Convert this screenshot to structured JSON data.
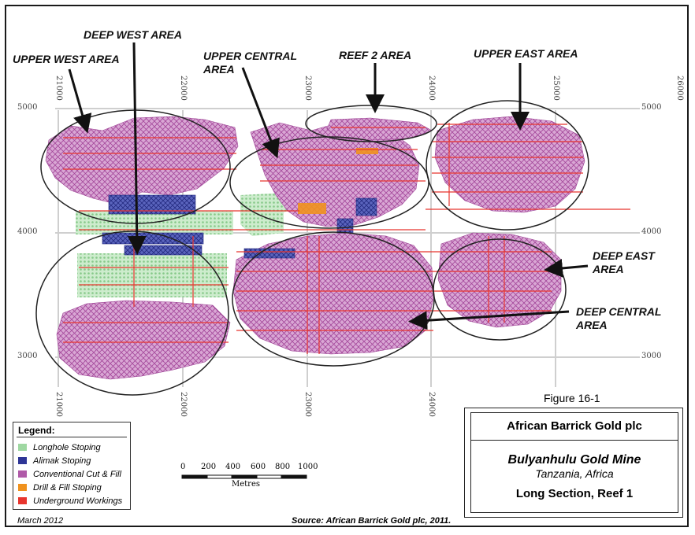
{
  "area_labels": {
    "deep_west": "DEEP WEST AREA",
    "upper_west": "UPPER WEST AREA",
    "upper_central": "UPPER CENTRAL\nAREA",
    "reef2": "REEF 2 AREA",
    "upper_east": "UPPER EAST AREA",
    "deep_east": "DEEP EAST\nAREA",
    "deep_central": "DEEP CENTRAL\nAREA"
  },
  "x_ticks": [
    "21000",
    "22000",
    "23000",
    "24000",
    "25000",
    "26000"
  ],
  "y_ticks": [
    "5000",
    "4000",
    "3000"
  ],
  "legend": {
    "title": "Legend:",
    "items": [
      {
        "label": "Longhole Stoping",
        "color": "#9fd8a2"
      },
      {
        "label": "Alimak Stoping",
        "color": "#2e3596"
      },
      {
        "label": "Conventional Cut & Fill",
        "color": "#b05aa8"
      },
      {
        "label": "Drill & Fill Stoping",
        "color": "#f0921e"
      },
      {
        "label": "Underground Workings",
        "color": "#e8352e"
      }
    ]
  },
  "scale": {
    "ticks": [
      "0",
      "200",
      "400",
      "600",
      "800",
      "1000"
    ],
    "unit": "Metres"
  },
  "figure_label": "Figure 16-1",
  "title_block": {
    "company": "African Barrick Gold plc",
    "mine": "Bulyanhulu Gold Mine",
    "country": "Tanzania, Africa",
    "section": "Long Section, Reef 1"
  },
  "footer": {
    "date": "March 2012",
    "source": "Source: African Barrick Gold plc, 2011."
  },
  "colors": {
    "longhole": "#9fd8a2",
    "alimak": "#2e3596",
    "cut_fill": "#b05aa8",
    "drill_fill": "#f0921e",
    "workings": "#e8352e",
    "grid": "#c9c9c9"
  }
}
